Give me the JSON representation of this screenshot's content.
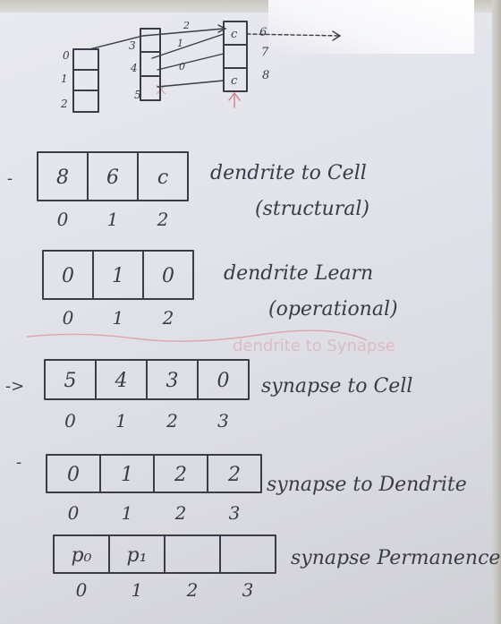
{
  "diagram": {
    "left_col": [
      "0",
      "1",
      "2"
    ],
    "mid_col": [
      "3",
      "4",
      "5"
    ],
    "arrow_labels": [
      "2",
      "1",
      "0"
    ],
    "right_col": [
      "c",
      "c"
    ],
    "right_nums": [
      "6",
      "7",
      "8"
    ],
    "ghost_text": "dendrite to Synapse"
  },
  "arrays": [
    {
      "name": "dendrite-to-cell",
      "marker": "-",
      "cells": [
        "8",
        "6",
        "c"
      ],
      "indices": [
        "0",
        "1",
        "2"
      ],
      "label": "dendrite to Cell",
      "sublabel": "(structural)"
    },
    {
      "name": "dendrite-learn",
      "marker": "",
      "cells": [
        "0",
        "1",
        "0"
      ],
      "indices": [
        "0",
        "1",
        "2"
      ],
      "label": "dendrite Learn",
      "sublabel": "(operational)"
    },
    {
      "name": "synapse-to-cell",
      "marker": "->",
      "cells": [
        "5",
        "4",
        "3",
        "0"
      ],
      "indices": [
        "0",
        "1",
        "2",
        "3"
      ],
      "label": "synapse to Cell",
      "sublabel": ""
    },
    {
      "name": "synapse-to-dendrite",
      "marker": "-",
      "cells": [
        "0",
        "1",
        "2",
        "2"
      ],
      "indices": [
        "0",
        "1",
        "2",
        "3"
      ],
      "label": "synapse to Dendrite",
      "sublabel": ""
    },
    {
      "name": "synapse-permanence",
      "marker": "",
      "cells": [
        "p₀",
        "p₁",
        "",
        ""
      ],
      "indices": [
        "0",
        "1",
        "2",
        "3"
      ],
      "label": "synapse Permanence",
      "sublabel": ""
    }
  ]
}
